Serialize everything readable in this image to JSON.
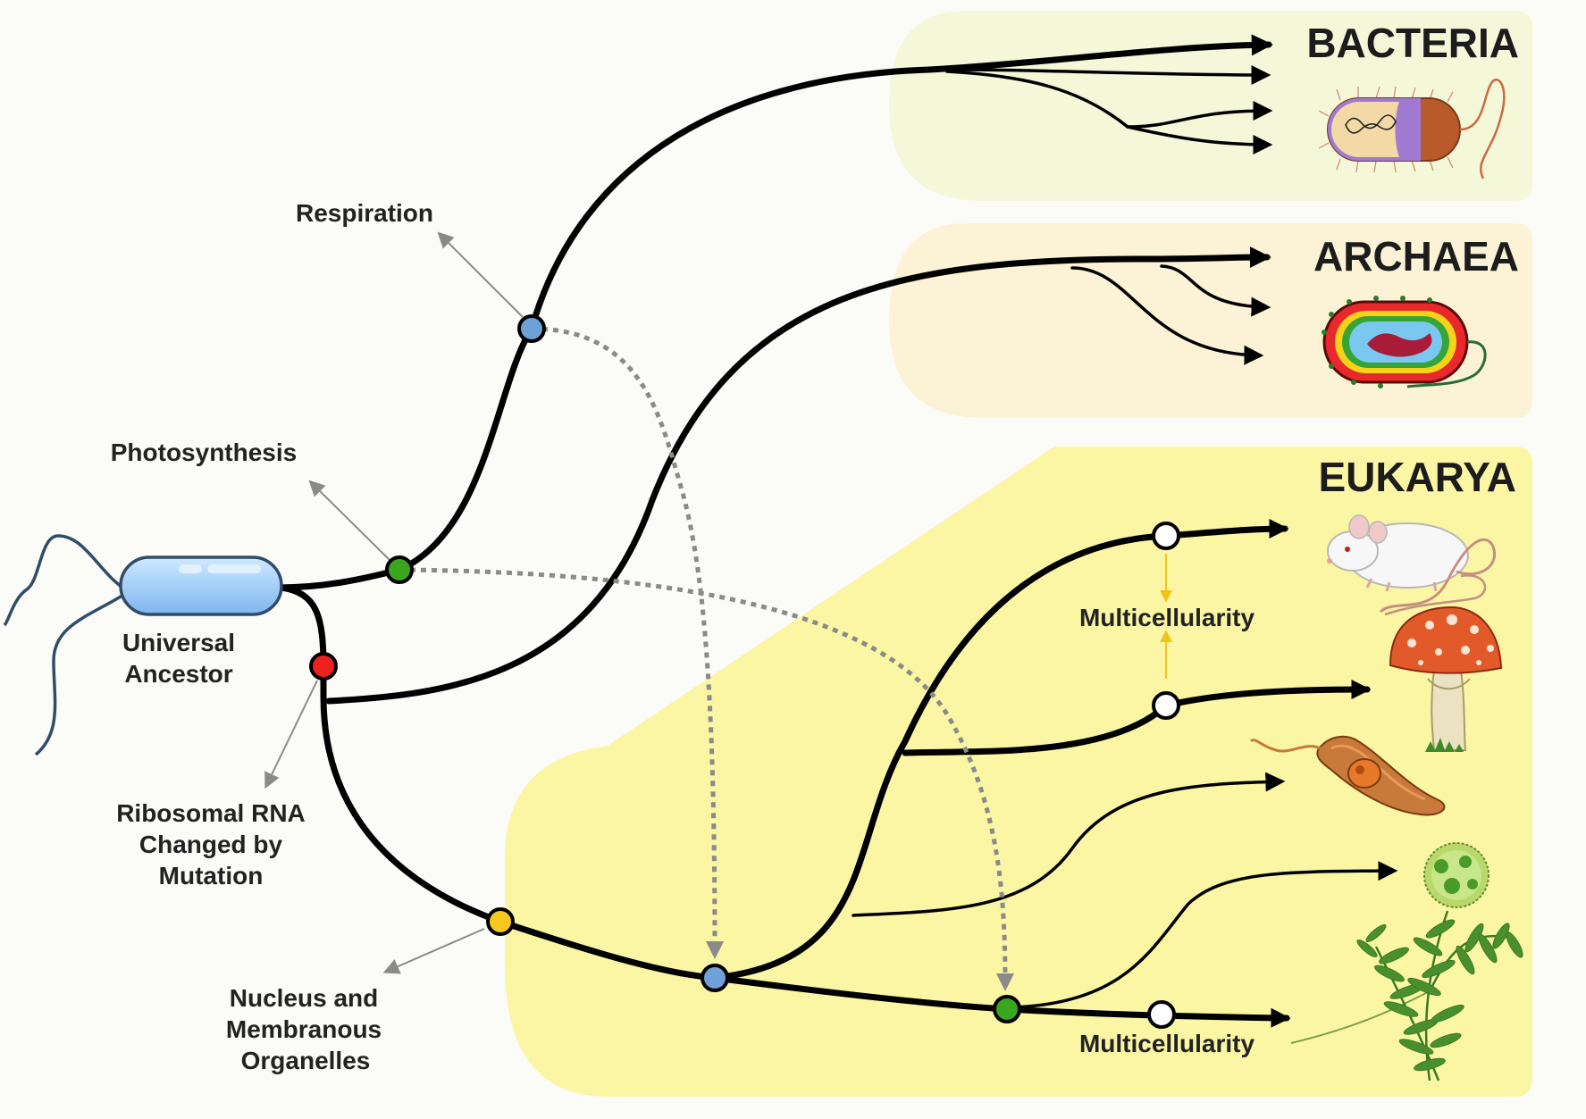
{
  "colors": {
    "bacteria_panel": "#f4f8d8",
    "archaea_panel": "#fcf3d6",
    "eukarya_panel": "#fbf6a4",
    "node_blue": "#6fa0d6",
    "node_green": "#3aa61f",
    "node_red": "#ef2020",
    "node_yellow": "#f6c81c",
    "node_white": "#ffffff",
    "ancestor_cell": "#a8d4ff",
    "transfer_arrow": "#8a8a8a",
    "mini_arrow": "#f0c419"
  },
  "domains": {
    "bacteria": {
      "title": "BACTERIA",
      "illustration": "rod-bacterium-icon"
    },
    "archaea": {
      "title": "ARCHAEA",
      "illustration": "archaeon-cell-icon"
    },
    "eukarya": {
      "title": "EUKARYA",
      "illustrations": [
        "mouse-icon",
        "mushroom-icon",
        "protist-icon",
        "green-alga-icon",
        "fern-icon"
      ]
    }
  },
  "ancestor": {
    "line1": "Universal",
    "line2": "Ancestor",
    "icon": "ancestor-cell-icon"
  },
  "events": {
    "respiration": {
      "label": "Respiration",
      "node_color": "blue"
    },
    "photosynthesis": {
      "label": "Photosynthesis",
      "node_color": "green"
    },
    "rrna": {
      "line1": "Ribosomal RNA",
      "line2": "Changed by",
      "line3": "Mutation",
      "node_color": "red"
    },
    "nucleus": {
      "line1": "Nucleus and",
      "line2": "Membranous",
      "line3": "Organelles",
      "node_color": "yellow"
    },
    "multicellularity_upper": "Multicellularity",
    "multicellularity_lower": "Multicellularity"
  }
}
